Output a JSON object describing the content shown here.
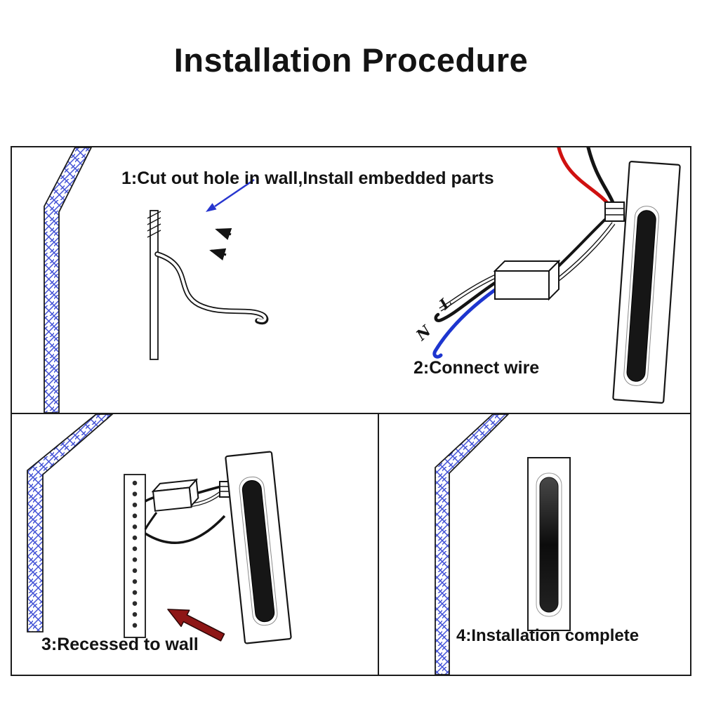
{
  "title": "Installation Procedure",
  "steps": {
    "step1": {
      "label": "1:Cut out hole in wall,Install embedded parts"
    },
    "step2": {
      "label": "2:Connect wire",
      "terminal_l": "L",
      "terminal_n": "N"
    },
    "step3": {
      "label": "3:Recessed to wall"
    },
    "step4": {
      "label": "4:Installation complete"
    }
  },
  "colors": {
    "wall_hatch": "#4251d6",
    "wire_red": "#cf1110",
    "wire_black": "#141414",
    "wire_blue": "#1d35cf",
    "arrow_blue": "#2736cf",
    "arrow_red": "#8e1616",
    "slot_dark": "#161616",
    "panel_border": "#1c1c1c"
  }
}
